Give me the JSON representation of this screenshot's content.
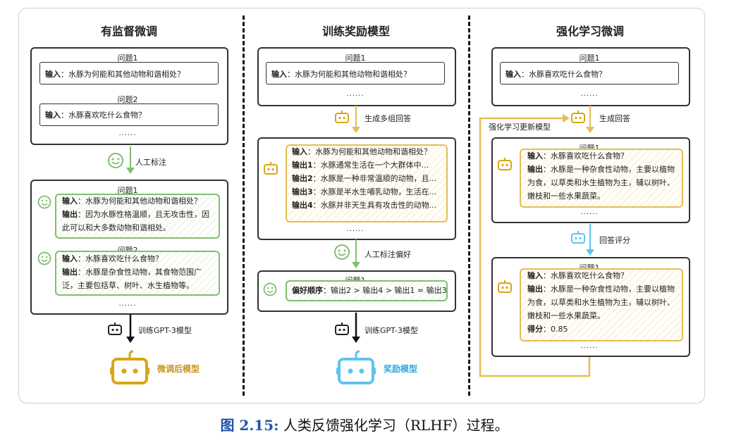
{
  "columns": {
    "sft": {
      "title": "有监督微调",
      "input_box": {
        "q1_label": "问题1",
        "q1_input_key": "输入",
        "q1_input_text": "：水豚为何能和其他动物和谐相处？",
        "q2_label": "问题2",
        "q2_input_key": "输入",
        "q2_input_text": "：水豚喜欢吃什么食物？",
        "ellipsis": "......"
      },
      "annotate_label": "人工标注",
      "output_box": {
        "q1_label": "问题1",
        "q1_input_key": "输入",
        "q1_input_text": "：水豚为何能和其他动物和谐相处？",
        "q1_output_key": "输出",
        "q1_output_line1": "：因为水豚性格温顺，且无攻击性，因",
        "q1_output_line2": "此可以和大多数动物和谐相处。",
        "q2_label": "问题2",
        "q2_input_key": "输入",
        "q2_input_text": "：水豚喜欢吃什么食物？",
        "q2_output_key": "输出",
        "q2_output_line1": "：水豚是杂食性动物，其食物范围广",
        "q2_output_line2": "泛，主要包括草、树叶、水生植物等。",
        "ellipsis": "......"
      },
      "train_label": "训练GPT-3模型",
      "result_label": "微调后模型"
    },
    "rm": {
      "title": "训练奖励模型",
      "input_box": {
        "q1_label": "问题1",
        "q1_input_key": "输入",
        "q1_input_text": "：水豚为何能和其他动物和谐相处？",
        "ellipsis": "......"
      },
      "generate_label": "生成多组回答",
      "answers_box": {
        "input_key": "输入",
        "input_text": "：水豚为何能和其他动物和谐相处？",
        "out1_key": "输出1",
        "out1_text": "：水豚通常生活在一个大群体中...",
        "out2_key": "输出2",
        "out2_text": "：水豚是一种非常温顺的动物，且...",
        "out3_key": "输出3",
        "out3_text": "：水豚是半水生哺乳动物，生活在...",
        "out4_key": "输出4",
        "out4_text": "：水豚并非天生具有攻击性的动物...",
        "ellipsis": "......"
      },
      "annotate_label": "人工标注偏好",
      "pref_box": {
        "q_label": "问题1",
        "pref_key": "偏好顺序",
        "pref_text": "：输出2 > 输出4 > 输出1 = 输出3"
      },
      "train_label": "训练GPT-3模型",
      "result_label": "奖励模型"
    },
    "rl": {
      "title": "强化学习微调",
      "input_box": {
        "q1_label": "问题1",
        "q1_input_key": "输入",
        "q1_input_text": "：水豚喜欢吃什么食物？",
        "ellipsis": "......"
      },
      "update_label": "强化学习更新模型",
      "generate_label": "生成回答",
      "answer_box": {
        "q_label": "问题1",
        "input_key": "输入",
        "input_text": "：水豚喜欢吃什么食物？",
        "output_key": "输出",
        "output_line1": "：水豚是一种杂食性动物，主要以植物",
        "output_line2": "为食，以草类和水生植物为主，辅以树叶、",
        "output_line3": "嫩枝和一些水果蔬菜。",
        "ellipsis": "......"
      },
      "score_label": "回答评分",
      "scored_box": {
        "q_label": "问题1",
        "input_key": "输入",
        "input_text": "：水豚喜欢吃什么食物？",
        "output_key": "输出",
        "output_line1": "：水豚是一种杂食性动物，主要以植物",
        "output_line2": "为食，以草类和水生植物为主，辅以树叶、",
        "output_line3": "嫩枝和一些水果蔬菜。",
        "score_key": "得分",
        "score_text": "：0.85",
        "ellipsis": "......"
      }
    }
  },
  "caption": {
    "fig_no": "图 2.15:",
    "text": " 人类反馈强化学习（RLHF）过程。"
  },
  "colors": {
    "green": "#7fbf6f",
    "yellow": "#e5bd54",
    "blue": "#5fc4ef",
    "caption_blue": "#1f55a8"
  }
}
